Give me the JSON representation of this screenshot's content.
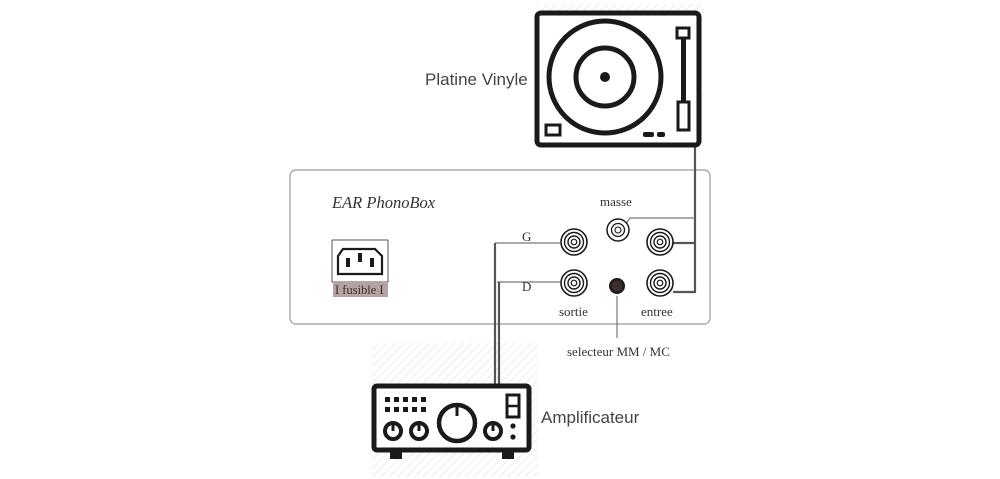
{
  "labels": {
    "turntable": "Platine Vinyle",
    "phonobox": "EAR PhonoBox",
    "ground": "masse",
    "channel_left": "G",
    "channel_right": "D",
    "fuse": "I fusible I",
    "output": "sortie",
    "input": "entree",
    "selector": "selecteur MM / MC",
    "amplifier": "Amplificateur"
  },
  "colors": {
    "wire": "#555555",
    "fuse_highlight": "#b7a2a2",
    "icon_ink": "#1a1a1a"
  },
  "icons": {
    "turntable": "turntable-icon",
    "amplifier": "amplifier-icon",
    "power_socket": "power-socket-icon",
    "rca_jack": "rca-jack-icon",
    "ground_terminal": "ground-terminal-icon",
    "selector_switch": "selector-switch-icon"
  }
}
